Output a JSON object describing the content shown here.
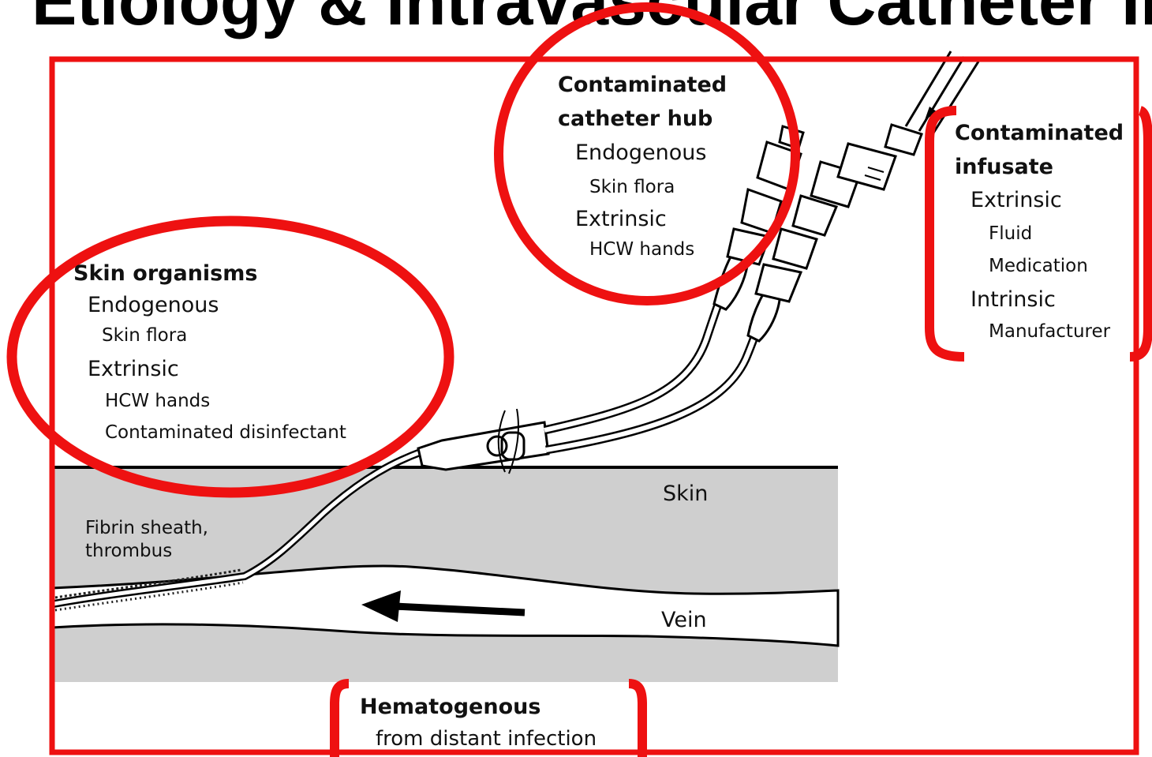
{
  "slide": {
    "title": "Etiology & Intravascular Catheter Infection"
  },
  "diagram": {
    "skin_organisms": {
      "heading": "Skin organisms",
      "endogenous": "Endogenous",
      "skin_flora": "Skin flora",
      "extrinsic": "Extrinsic",
      "hcw_hands": "HCW hands",
      "contaminated_disinfectant": "Contaminated  disinfectant"
    },
    "catheter_hub": {
      "heading_line1": "Contaminated",
      "heading_line2": "catheter  hub",
      "endogenous": "Endogenous",
      "skin_flora": "Skin flora",
      "extrinsic": "Extrinsic",
      "hcw_hands": "HCW hands"
    },
    "infusate": {
      "heading_line1": "Contaminated",
      "heading_line2": "infusate",
      "extrinsic": "Extrinsic",
      "fluid": "Fluid",
      "medication": "Medication",
      "intrinsic": "Intrinsic",
      "manufacturer": "Manufacturer"
    },
    "tissue_labels": {
      "skin": "Skin",
      "fibrin_line1": "Fibrin sheath,",
      "fibrin_line2": "thrombus",
      "vein": "Vein"
    },
    "hematogenous": {
      "heading": "Hematogenous",
      "detail": "from distant infection"
    }
  },
  "colors": {
    "highlight_red": "#ee1111",
    "tissue_gray": "#cfcfcf",
    "ink": "#111111"
  }
}
